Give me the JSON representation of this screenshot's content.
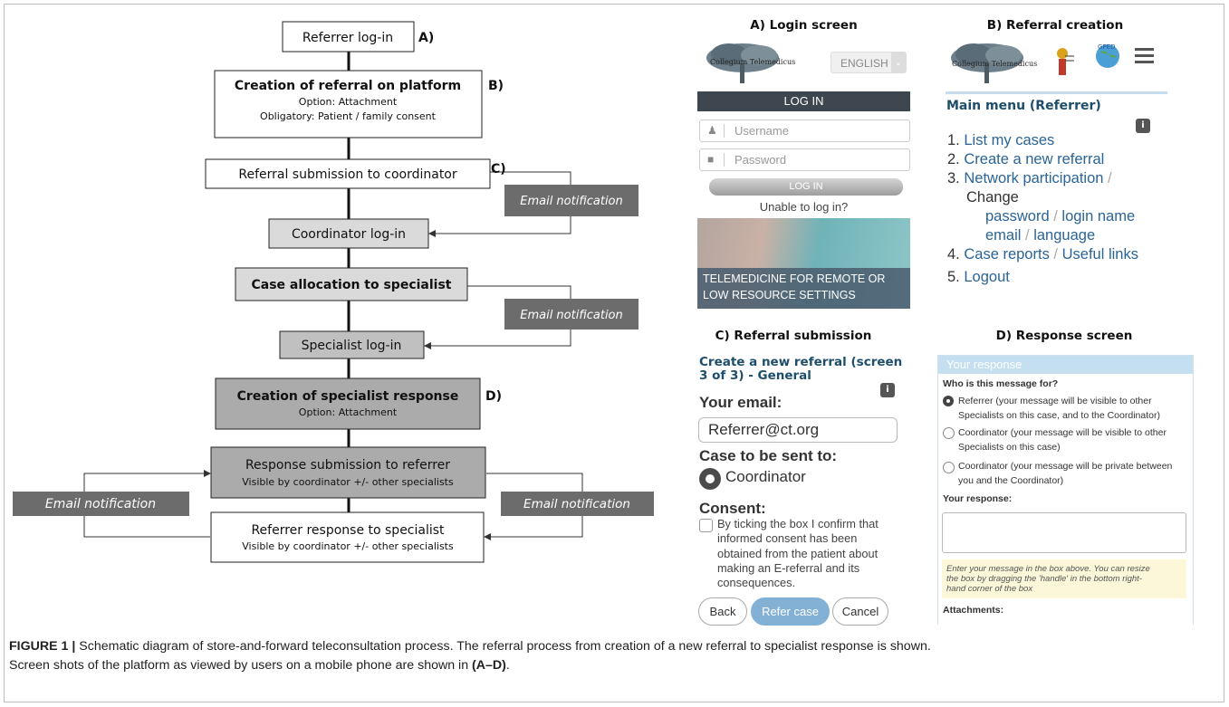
{
  "flowchart": {
    "referrer_login": "Referrer log-in",
    "creation_title": "Creation of referral on platform",
    "creation_option": "Option: Attachment",
    "creation_obligatory": "Obligatory: Patient / family consent",
    "submission": "Referral submission to coordinator",
    "coordinator_login": "Coordinator log-in",
    "allocation": "Case allocation to specialist",
    "specialist_login": "Specialist log-in",
    "response_title": "Creation of specialist response",
    "response_option": "Option: Attachment",
    "response_submission": "Response submission to referrer",
    "response_submission_sub": "Visible by coordinator +/- other specialists",
    "referrer_response": "Referrer response to specialist",
    "referrer_response_sub": "Visible by coordinator +/- other specialists",
    "email_notification": "Email notification",
    "marker_a": "A)",
    "marker_b": "B)",
    "marker_c": "C)",
    "marker_d": "D)"
  },
  "panel_a": {
    "title": "A) Login screen",
    "logo_text": "Collegium Telemedicus",
    "language": "ENGLISH",
    "header": "LOG IN",
    "username_placeholder": "Username",
    "password_placeholder": "Password",
    "login_button": "LOG IN",
    "unable": "Unable to log in?",
    "banner_line1": "TELEMEDICINE FOR REMOTE OR",
    "banner_line2": "LOW RESOURCE SETTINGS"
  },
  "panel_b": {
    "title": "B) Referral creation",
    "logo_text": "Collegium Telemedicus",
    "main_menu": "Main menu (Referrer)",
    "info_icon": "i",
    "item1_num": "1.",
    "item1": "List my cases",
    "item2_num": "2.",
    "item2": "Create a new referral",
    "item3_num": "3.",
    "item3": "Network participation",
    "slash": "/",
    "change": "Change",
    "password": "password",
    "login_name": "login name",
    "email": "email",
    "language": "language",
    "item4_num": "4.",
    "item4a": "Case reports",
    "item4b": "Useful links",
    "item5_num": "5.",
    "item5": "Logout"
  },
  "panel_c": {
    "title": "C) Referral submission",
    "heading_line1": "Create a new referral (screen",
    "heading_line2": "3 of 3) - General",
    "info_icon": "i",
    "email_label": "Your email:",
    "email_value": "Referrer@ct.org",
    "case_label": "Case to be sent to:",
    "coordinator": "Coordinator",
    "consent_label": "Consent:",
    "consent_line1": "By ticking the box I confirm that",
    "consent_line2": "informed consent has been",
    "consent_line3": "obtained from the patient about",
    "consent_line4": "making an E-referral and its",
    "consent_line5": "consequences.",
    "back": "Back",
    "refer": "Refer case",
    "cancel": "Cancel"
  },
  "panel_d": {
    "title": "D) Response screen",
    "header": "Your response",
    "who": "Who is this message for?",
    "opt1_line1": "Referrer (your message will be visible to other",
    "opt1_line2": "Specialists on this case, and to the Coordinator)",
    "opt2_line1": "Coordinator (your message will be visible to other",
    "opt2_line2": "Specialists on this case)",
    "opt3_line1": "Coordinator (your message will be private between",
    "opt3_line2": "you and the Coordinator)",
    "your_response": "Your response:",
    "hint_line1": "Enter your message in the box above. You can resize",
    "hint_line2": "the box by dragging the 'handle' in the bottom right-",
    "hint_line3": "hand corner of the box",
    "attachments": "Attachments:"
  },
  "caption": {
    "label": "FIGURE 1 |",
    "text1": "Schematic diagram of store-and-forward teleconsultation process. The referral process from creation of a new referral to specialist response is shown.",
    "text2": "Screen shots of the platform as viewed by users on a mobile phone are shown in",
    "ref": "(A–D)",
    "end": "."
  },
  "colors": {
    "grey_light": "#dadada",
    "grey_mid": "#c0c0c0",
    "grey_dark": "#a9a9a9",
    "notif": "#6c6c6c",
    "link_blue": "#2a6496",
    "panel_teal": "#1d4e6b"
  }
}
